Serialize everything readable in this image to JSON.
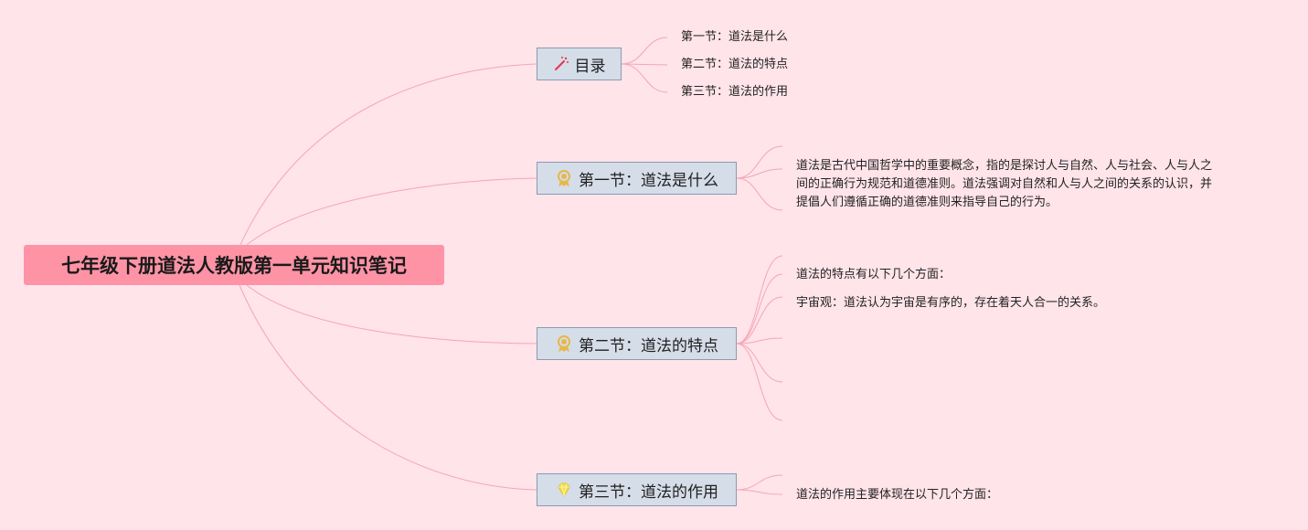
{
  "root": {
    "title": "七年级下册道法人教版第一单元知识笔记"
  },
  "branches": {
    "toc": {
      "label": "目录",
      "icon": "magic-wand-icon",
      "items": [
        "第一节：道法是什么",
        "第二节：道法的特点",
        "第三节：道法的作用"
      ]
    },
    "section1": {
      "label": "第一节：道法是什么",
      "icon": "award-ribbon-icon",
      "content": {
        "line1": "道法是古代中国哲学中的重要概念，指的是探讨人与自然、人与社会、人与人之",
        "line2": "间的正确行为规范和道德准则。道法强调对自然和人与人之间的关系的认识，并",
        "line3": "提倡人们遵循正确的道德准则来指导自己的行为。"
      }
    },
    "section2": {
      "label": "第二节：道法的特点",
      "icon": "award-ribbon-icon",
      "items": [
        "道法的特点有以下几个方面：",
        "宇宙观：道法认为宇宙是有序的，存在着天人合一的关系。"
      ]
    },
    "section3": {
      "label": "第三节：道法的作用",
      "icon": "diamond-icon",
      "items": [
        "道法的作用主要体现在以下几个方面："
      ]
    }
  },
  "colors": {
    "background": "#ffe4ea",
    "root_fill": "#ff93a6",
    "branch_fill": "#d5dde8",
    "branch_border": "#8b9cb0",
    "connector": "#f4a5b8"
  }
}
